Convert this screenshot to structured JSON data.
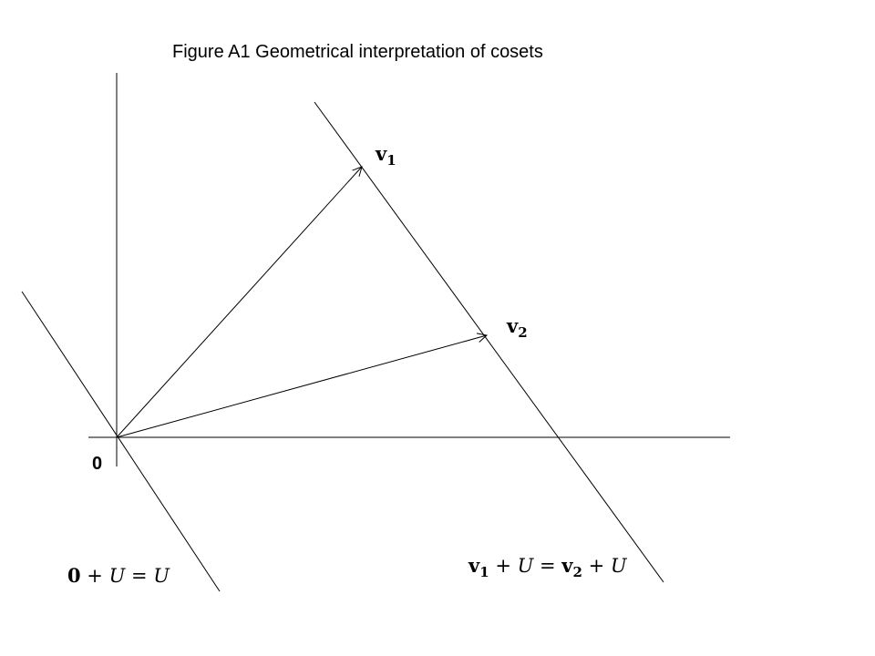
{
  "title": "Figure A1 Geometrical interpretation of cosets",
  "origin_label": "0",
  "vectors": [
    {
      "symbol": "v",
      "subscript": "1"
    },
    {
      "symbol": "v",
      "subscript": "2"
    }
  ],
  "coset_zero": {
    "zero": "0",
    "plus": " + ",
    "U": "U",
    "equals": " = ",
    "U2": "U"
  },
  "coset_v": {
    "v1": "v",
    "v1_sub": "1",
    "plus1": " + ",
    "U1": "U",
    "equals": " = ",
    "v2": "v",
    "v2_sub": "2",
    "plus2": " + ",
    "U2": "U"
  }
}
